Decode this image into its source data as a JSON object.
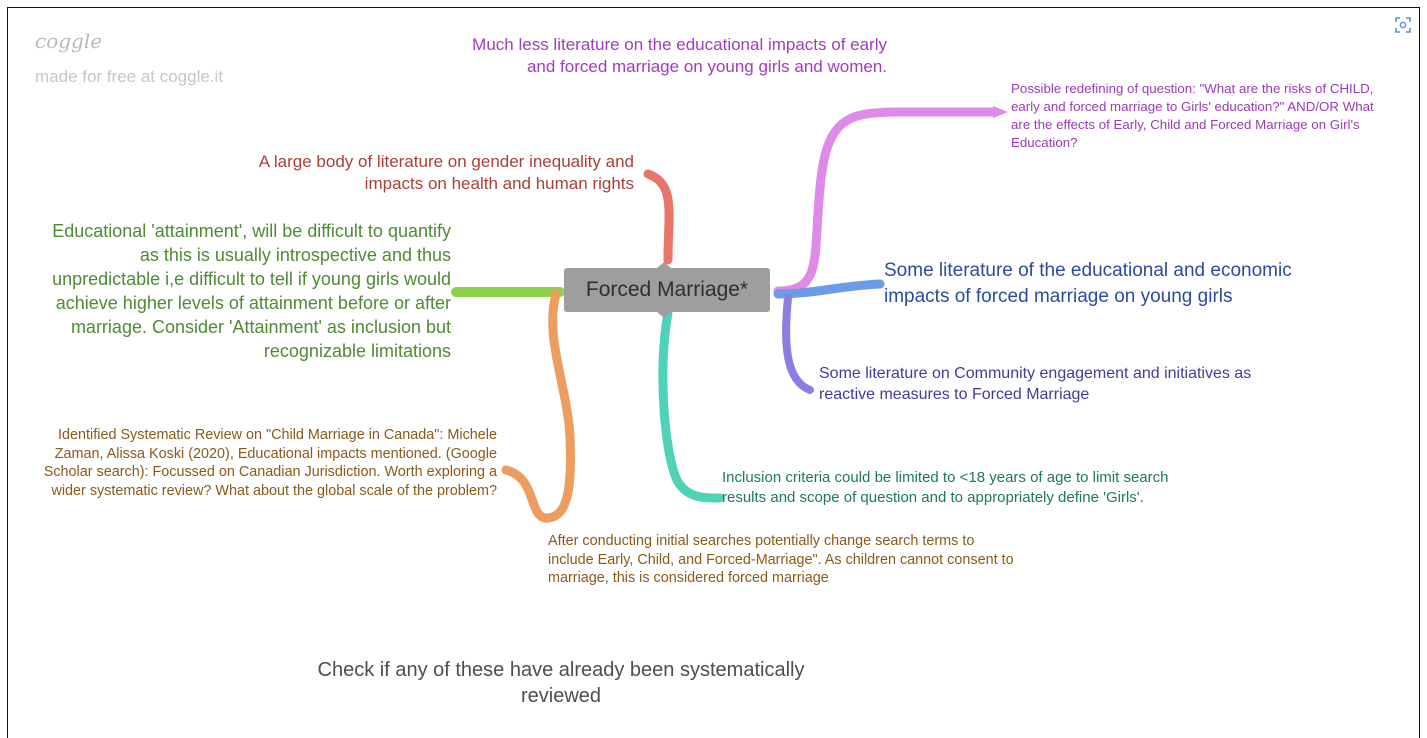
{
  "brand": {
    "logo": "coggle",
    "tagline": "made for free at coggle.it"
  },
  "toolbar": {
    "fit_icon": "fit-screen-icon"
  },
  "central_node": {
    "label": "Forced Marriage*"
  },
  "colors": {
    "purple": "#dd8ae8",
    "red": "#e8776a",
    "green": "#8fd14f",
    "blue": "#6d9be8",
    "indigo": "#8a7fe0",
    "orange": "#ee9d60",
    "teal": "#4fd3b8",
    "center": "#9e9e9e"
  },
  "nodes": {
    "purple_top": "Much less literature on the educational impacts of early and forced marriage on young girls and women.",
    "purple_right": "Possible redefining of question: \"What are the risks of CHILD, early and forced marriage to Girls' education?\" AND/OR What are the effects of Early, Child and Forced Marriage on Girl's Education?",
    "red": "A large body of literature on gender inequality and impacts on health and human rights",
    "green": "Educational 'attainment', will be difficult to quantify as this is usually introspective and thus unpredictable i,e difficult to tell if young girls would achieve higher levels of attainment before or after marriage. Consider 'Attainment' as inclusion but recognizable limitations",
    "blue": "Some literature of the educational and economic impacts of forced marriage on young girls",
    "indigo": "Some literature on Community engagement and initiatives as reactive measures to Forced Marriage",
    "orange_left": "Identified Systematic Review on \"Child Marriage in Canada\": Michele Zaman, Alissa Koski (2020), Educational impacts mentioned. (Google Scholar search): Focussed on Canadian Jurisdiction. Worth exploring a wider systematic review? What about the global scale of the problem?",
    "teal": "Inclusion criteria could be limited to <18 years of age to limit search results and scope of question and to appropriately define 'Girls'.",
    "orange_bottom": "After conducting initial searches potentially change search terms to include Early, Child, and Forced-Marriage\". As children cannot consent to marriage, this is considered forced marriage",
    "free_text": "Check if any of these have already been systematically reviewed"
  }
}
